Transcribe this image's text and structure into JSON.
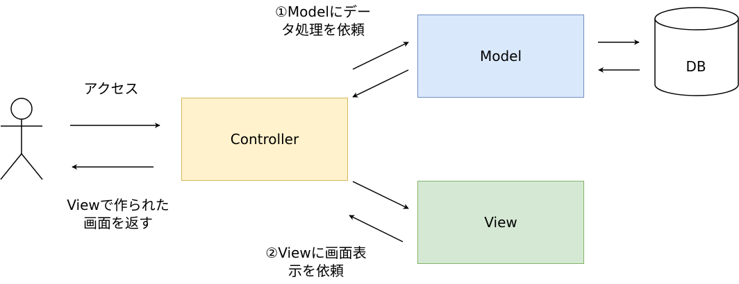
{
  "nodes": {
    "controller": "Controller",
    "model": "Model",
    "view": "View",
    "db": "DB"
  },
  "labels": {
    "access": "アクセス",
    "return_screen": "Viewで作られた\n画面を返す",
    "model_request": "①Modelにデー\nタ処理を依頼",
    "view_request": "②Viewに画面表\n示を依頼"
  },
  "colors": {
    "controller_fill": "#fff2cc",
    "controller_stroke": "#d6b656",
    "model_fill": "#dae8fc",
    "model_stroke": "#6c8ebf",
    "view_fill": "#d5e8d4",
    "view_stroke": "#82b366",
    "db_fill": "#ffffff",
    "db_stroke": "#000000"
  },
  "icons": {
    "actor": "stick-figure-icon",
    "database": "database-cylinder-icon"
  }
}
